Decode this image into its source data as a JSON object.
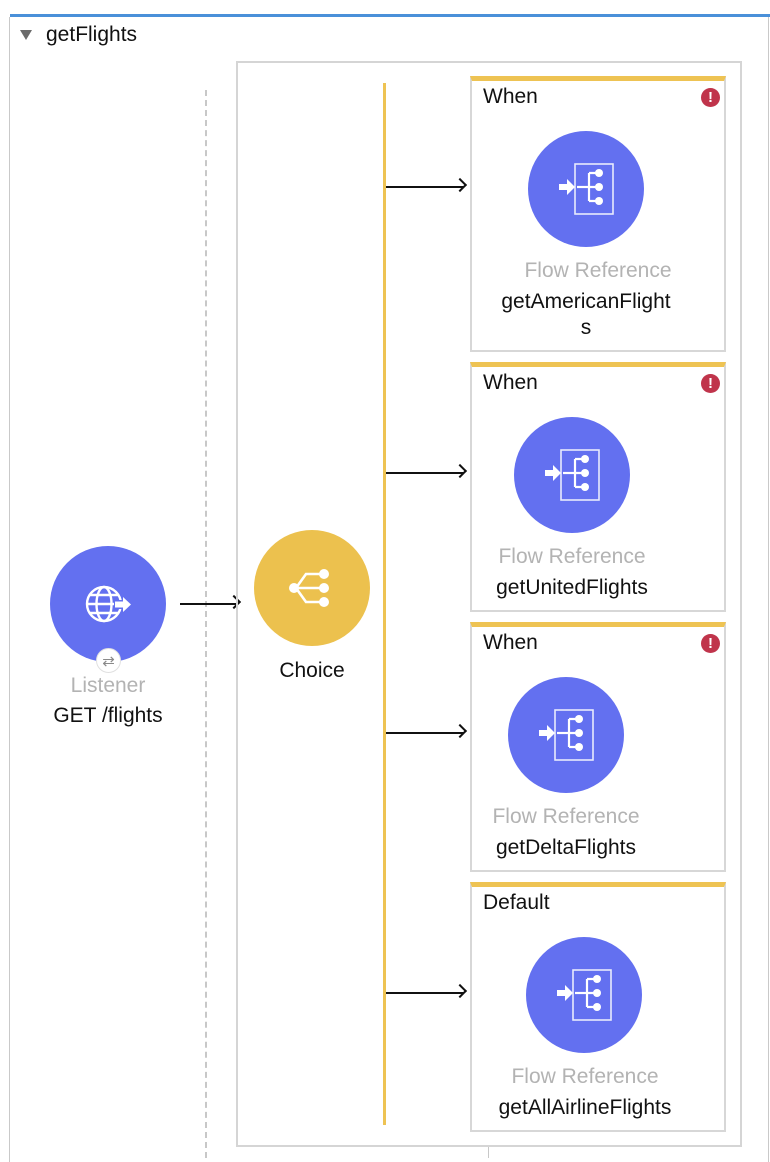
{
  "flow": {
    "title": "getFlights"
  },
  "listener": {
    "type_label": "Listener",
    "name": "GET /flights",
    "icon": "globe-icon",
    "badge_icon": "sync-arrows-icon"
  },
  "choice": {
    "name": "Choice",
    "icon": "branch-icon"
  },
  "routes": [
    {
      "label": "When",
      "warning": true,
      "type_label": "Flow Reference",
      "name_line1": "getAmericanFlight",
      "name_line2": "s"
    },
    {
      "label": "When",
      "warning": true,
      "type_label": "Flow Reference",
      "name_line1": "getUnitedFlights",
      "name_line2": ""
    },
    {
      "label": "When",
      "warning": true,
      "type_label": "Flow Reference",
      "name_line1": "getDeltaFlights",
      "name_line2": ""
    },
    {
      "label": "Default",
      "warning": false,
      "type_label": "Flow Reference",
      "name_line1": "getAllAirlineFlights",
      "name_line2": ""
    }
  ],
  "icons": {
    "warning": "!"
  },
  "colors": {
    "accent_blue": "#4a90d9",
    "node_blue": "#6370f0",
    "choice_yellow": "#ecc14e",
    "warning_red": "#c0344b"
  }
}
